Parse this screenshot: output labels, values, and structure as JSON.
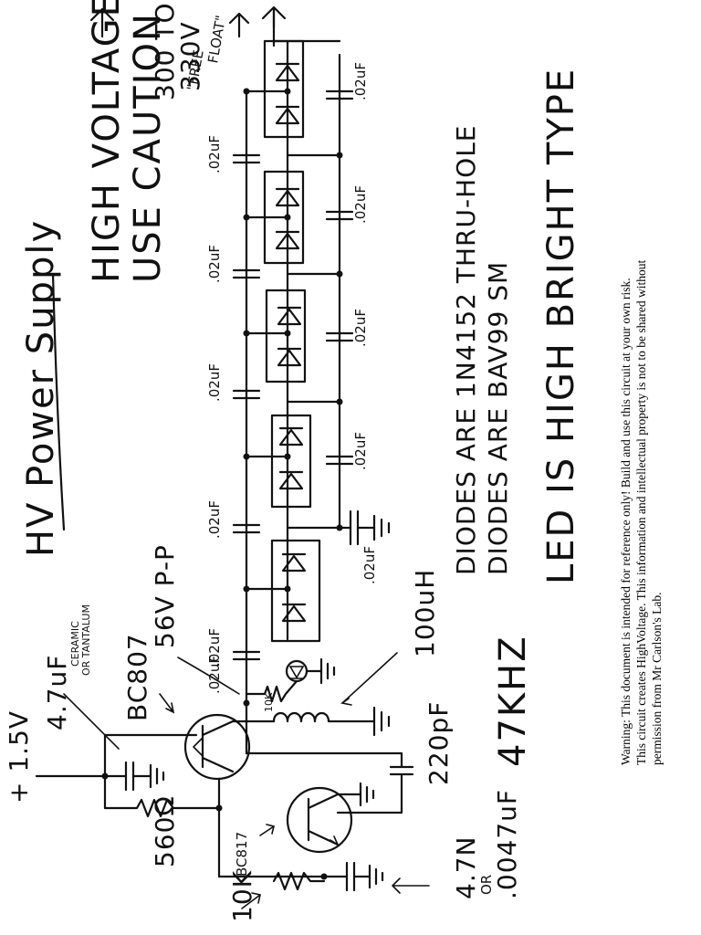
{
  "title": "HV Power Supply",
  "caution": {
    "line1": "HIGH VOLTAGE",
    "line2": "USE CAUTION"
  },
  "output": {
    "range_top": "300 TO",
    "range_bottom": "330V",
    "note_top": "\"FREE",
    "note_bottom": "FLOAT\""
  },
  "supply": {
    "label": "+ 1.5V"
  },
  "cap_input": {
    "value": "4.7uF",
    "note_top": "CERAMIC",
    "note_bottom": "OR TANTALUM"
  },
  "q1": {
    "label": "BC807"
  },
  "q2": {
    "label": "BC817"
  },
  "r_base": {
    "label": "560Ω"
  },
  "r_pot": {
    "label": "10K"
  },
  "r_led": {
    "label": "10K"
  },
  "c_timing": {
    "line1": "4.7N",
    "line2": "OR",
    "line3": ".0047uF"
  },
  "c_feedback": {
    "label": "220pF"
  },
  "inductor": {
    "label": "100uH"
  },
  "frequency": {
    "label": "47KHZ"
  },
  "waveform": {
    "label": "56V P-P"
  },
  "ladder_caps": [
    ".02uF",
    ".02uF",
    ".02uF",
    ".02uF",
    ".02uF",
    ".02uF",
    ".02uF",
    ".02uF",
    ".02uF",
    ".02uF",
    ".02uF"
  ],
  "notes": {
    "diodes_th": "DIODES ARE 1N4152 THRU-HOLE",
    "diodes_sm": "DIODES ARE BAV99 SM",
    "led": "LED IS HIGH BRIGHT TYPE"
  },
  "warning": {
    "line1": "Warning: This document is intended for reference only! Build and use this circuit at your own risk.",
    "line2": "This circuit creates HighVoltage. This information and intellectual property is not to be shared without",
    "line3": "permission from Mr Carlson's Lab."
  }
}
